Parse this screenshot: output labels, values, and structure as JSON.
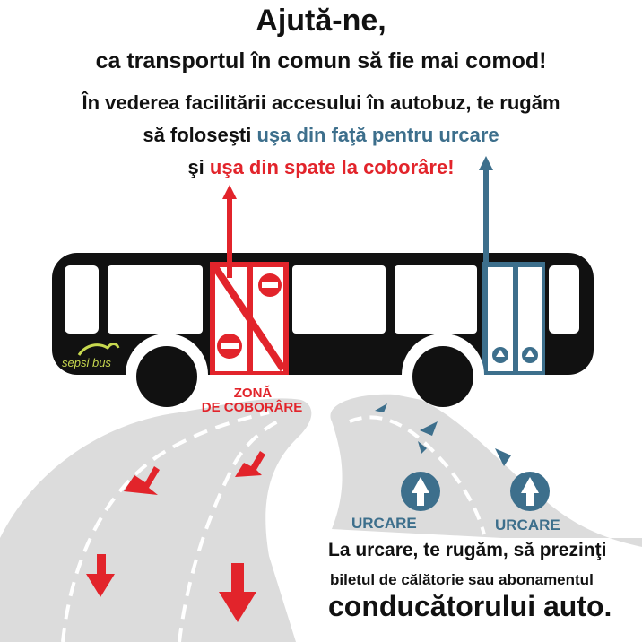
{
  "header": {
    "title": "Ajută-ne,",
    "subtitle": "ca transportul în comun să fie mai comod!",
    "line1": "În vederea facilitării accesului în autobuz, te rugăm",
    "line2_prefix": "să foloseşti ",
    "line2_highlight": "uşa din faţă pentru urcare",
    "line3_prefix": "şi ",
    "line3_highlight": "uşa din spate la coborâre!"
  },
  "scene": {
    "zone_label_1": "ZONĂ",
    "zone_label_2": "DE COBORÂRE",
    "boarding_label_1": "URCARE",
    "boarding_label_2": "URCARE",
    "logo_text": "sepsi bus"
  },
  "footer": {
    "line1": "La urcare, te rugăm, să prezinţi",
    "line2": "biletul de călătorie sau abonamentul",
    "line3": "conducătorului auto."
  },
  "colors": {
    "exit_red": "#e2242b",
    "boarding_blue": "#3d6f8c",
    "bus_black": "#111111",
    "road_grey": "#dcdcdc",
    "logo_green": "#c7d84f"
  },
  "icons": [
    "no-entry-icon",
    "up-arrow-icon",
    "down-arrow-icon"
  ]
}
